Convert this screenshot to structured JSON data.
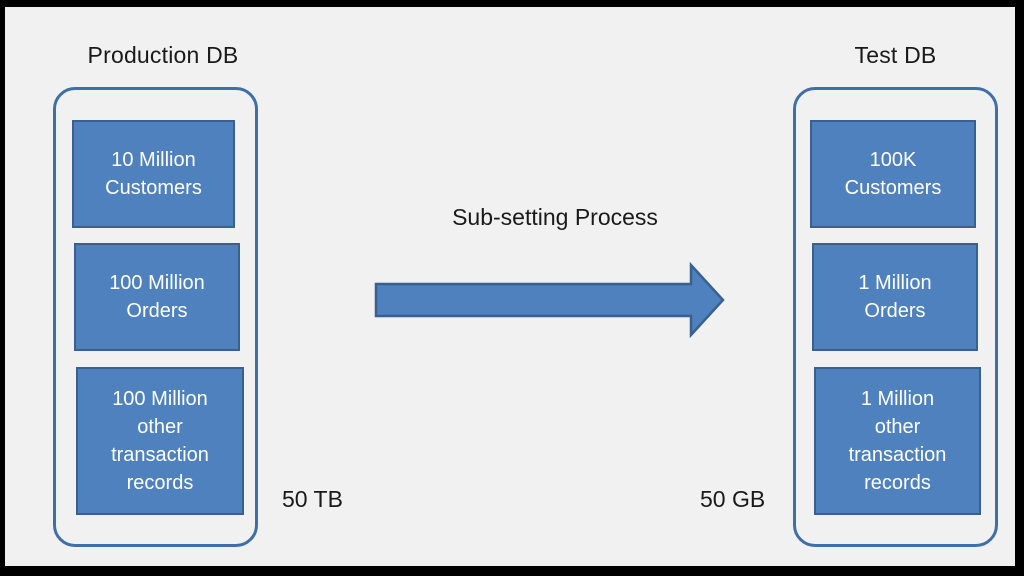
{
  "canvas": {
    "background_color": "#f1f1f1",
    "frame_color": "#000000"
  },
  "palette": {
    "box_fill": "#4E81BD",
    "box_border": "#39618F",
    "container_border": "#3f6FA8",
    "text_on_box": "#ffffff",
    "text_primary": "#1a1a1a"
  },
  "diagram": {
    "type": "process-flow",
    "source": {
      "title": "Production DB",
      "size_caption": "50 TB",
      "boxes": [
        {
          "label": "10 Million\nCustomers",
          "entity": "Customers",
          "count_text": "10 Million"
        },
        {
          "label": "100 Million\nOrders",
          "entity": "Orders",
          "count_text": "100 Million"
        },
        {
          "label": "100 Million\nother\ntransaction\nrecords",
          "entity": "other transaction records",
          "count_text": "100 Million"
        }
      ]
    },
    "target": {
      "title": "Test DB",
      "size_caption": "50 GB",
      "boxes": [
        {
          "label": "100K\nCustomers",
          "entity": "Customers",
          "count_text": "100K"
        },
        {
          "label": "1 Million\nOrders",
          "entity": "Orders",
          "count_text": "1 Million"
        },
        {
          "label": "1 Million\nother\ntransaction\nrecords",
          "entity": "other transaction records",
          "count_text": "1 Million"
        }
      ]
    },
    "connector": {
      "label": "Sub-setting Process",
      "icon": "right-arrow-icon",
      "direction": "left-to-right"
    }
  }
}
